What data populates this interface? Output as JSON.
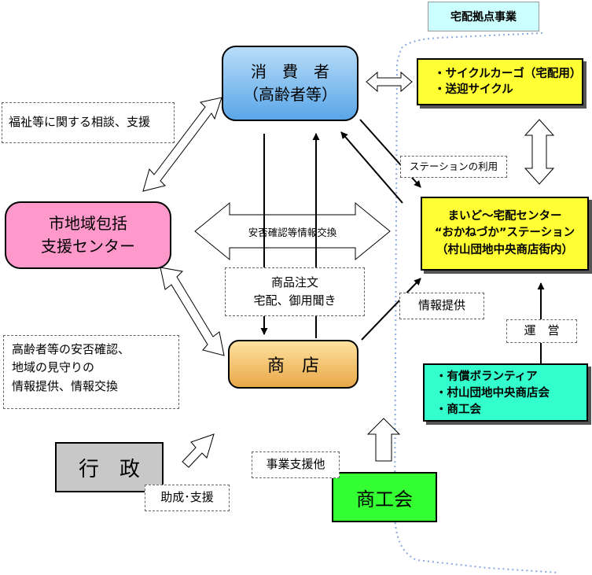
{
  "header": {
    "title": "宅配拠点事業"
  },
  "nodes": {
    "consumer": {
      "line1": "消　費　者",
      "line2": "（高齢者等）"
    },
    "center": {
      "line1": "市地域包括",
      "line2": "支援センター"
    },
    "shop": {
      "label": "商　店"
    },
    "gov": {
      "label": "行　政"
    },
    "chamber": {
      "label": "商工会"
    },
    "station": {
      "line1": "まいど～宅配センター",
      "line2": "“おかねづか”ステーション",
      "line3": "（村山団地中央商店街内）"
    },
    "cycle": {
      "line1": "・サイクルカーゴ（宅配用）",
      "line2": "・送迎サイクル"
    },
    "operators": {
      "line1": "・有償ボランティア",
      "line2": "・村山団地中央商店会",
      "line3": "・商工会"
    }
  },
  "labels": {
    "welfare": "福祉等に関する相談、支援",
    "safety": "安否確認等情報交換",
    "order_line1": "商品注文",
    "order_line2": "宅配、御用聞き",
    "info_provision": "情報提供",
    "station_use": "ステーションの利用",
    "management": "運　営",
    "watch_line1": "高齢者等の安否確認、",
    "watch_line2": "地域の見守りの",
    "watch_line3": "情報提供、情報交換",
    "business_support": "事業支援他",
    "subsidy": "助成･支援"
  },
  "colors": {
    "consumer_top": "#b8dcf8",
    "consumer_bottom": "#5aa6e8",
    "center": "#ff99cc",
    "shop_top": "#ffe2a0",
    "shop_bottom": "#e8a848",
    "gov": "#c8c8c8",
    "chamber": "#33ff33",
    "station": "#ffff33",
    "cycle": "#ffff33",
    "operators": "#33ffcc",
    "header": "#ccffff",
    "border_dots": "#8aa8e0"
  }
}
